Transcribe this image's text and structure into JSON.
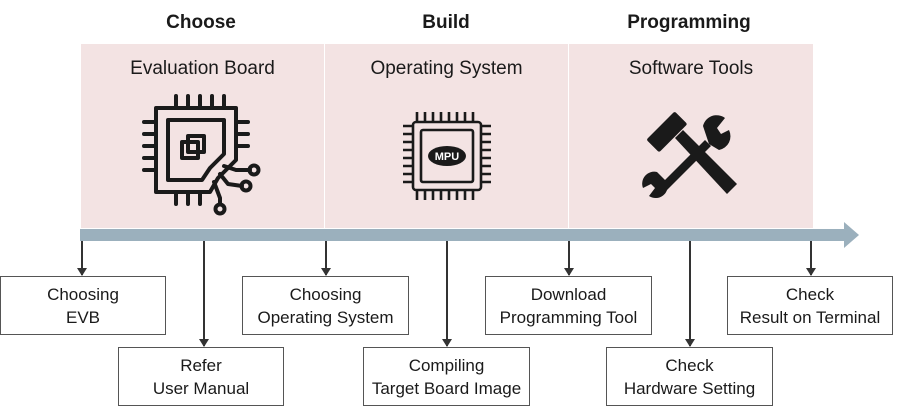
{
  "stages": [
    {
      "heading": "Choose",
      "title": "Evaluation Board",
      "icon": "circuit-chip-icon"
    },
    {
      "heading": "Build",
      "title": "Operating System",
      "icon": "mpu-chip-icon"
    },
    {
      "heading": "Programming",
      "title": "Software Tools",
      "icon": "hammer-wrench-icon"
    }
  ],
  "mpu_label": "MPU",
  "steps": [
    {
      "line1": "Choosing",
      "line2": "EVB"
    },
    {
      "line1": "Refer",
      "line2": "User Manual"
    },
    {
      "line1": "Choosing",
      "line2": "Operating System"
    },
    {
      "line1": "Compiling",
      "line2": "Target Board Image"
    },
    {
      "line1": "Download",
      "line2": "Programming Tool"
    },
    {
      "line1": "Check",
      "line2": "Hardware Setting"
    },
    {
      "line1": "Check",
      "line2": "Result on Terminal"
    }
  ],
  "colors": {
    "panel": "#f3e3e3",
    "timeline": "#9bb0bd",
    "icon": "#1a1a1a"
  }
}
